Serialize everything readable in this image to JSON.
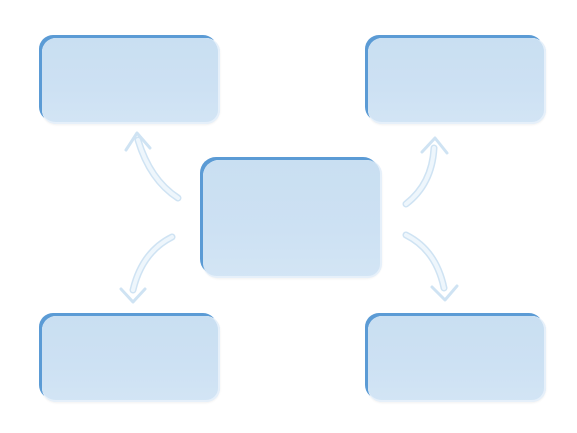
{
  "diagram": {
    "type": "hub-and-spoke",
    "center": {
      "label": ""
    },
    "satellites": [
      {
        "position": "top-left",
        "label": ""
      },
      {
        "position": "top-right",
        "label": ""
      },
      {
        "position": "bottom-left",
        "label": ""
      },
      {
        "position": "bottom-right",
        "label": ""
      }
    ],
    "colors": {
      "box_fill": "#cde1f3",
      "box_edge": "#5b9bd5",
      "arrow": "#e3f0fa",
      "arrow_outline": "#cfe3f3",
      "background": "#ffffff"
    }
  }
}
